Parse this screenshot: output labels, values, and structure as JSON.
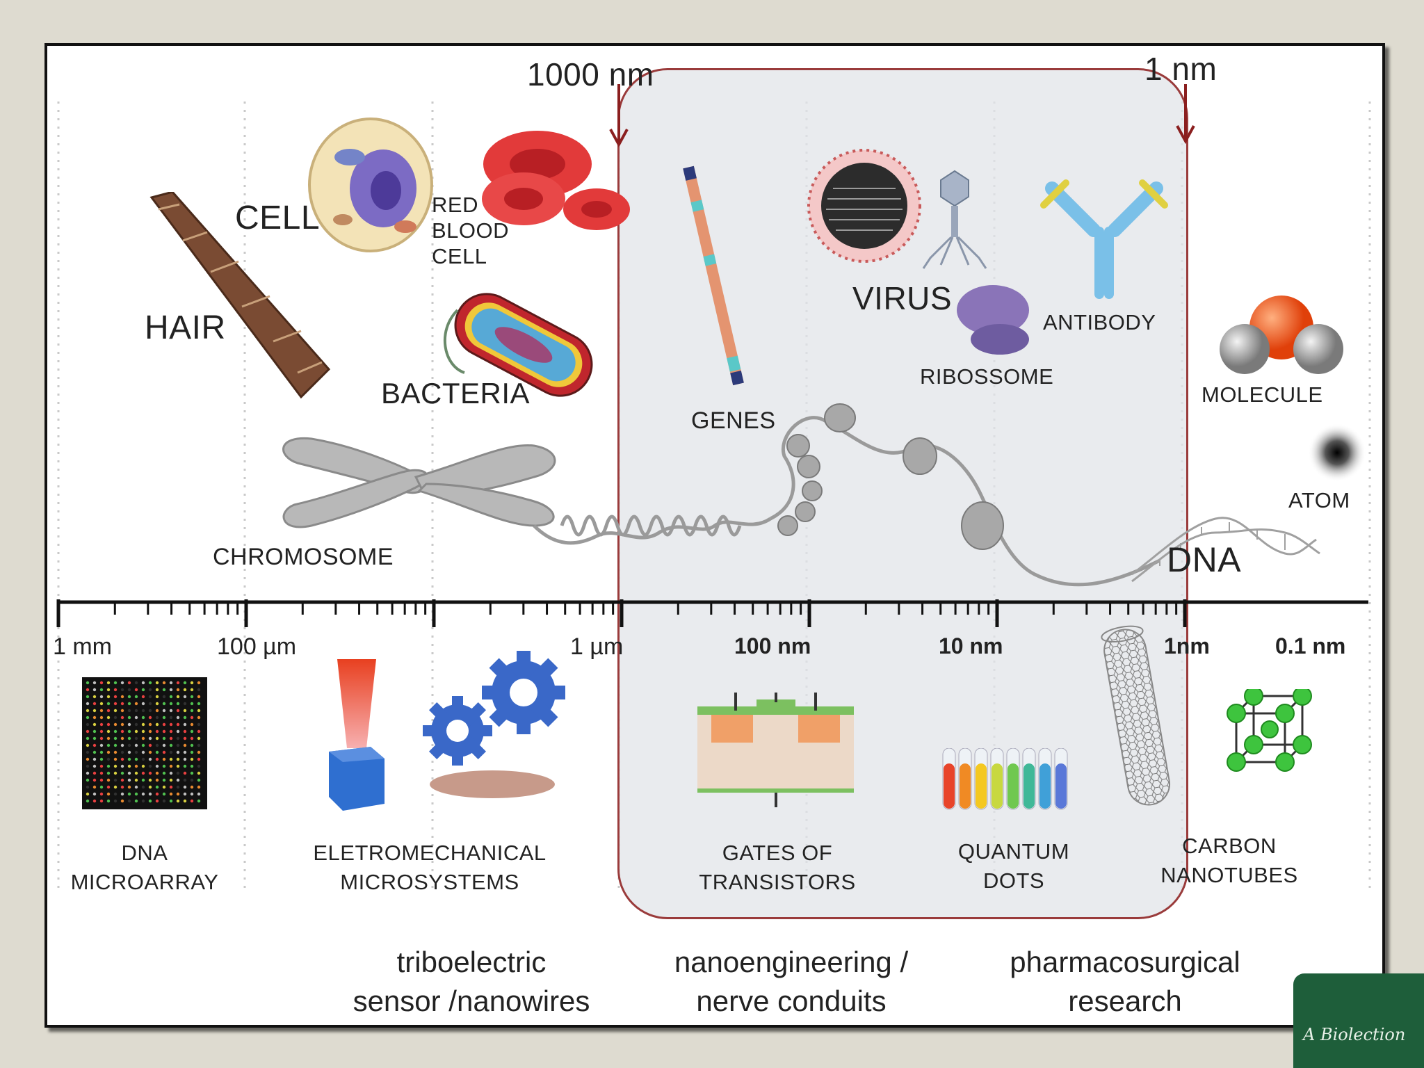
{
  "markers": {
    "left": "1000 nm",
    "right": "1 nm"
  },
  "top_labels": {
    "hair": "HAIR",
    "cell": "CELL",
    "rbc_1": "RED",
    "rbc_2": "BLOOD",
    "rbc_3": "CELL",
    "bacteria": "BACTERIA",
    "genes": "GENES",
    "virus": "VIRUS",
    "ribossome": "RIBOSSOME",
    "antibody": "ANTIBODY",
    "molecule": "MOLECULE",
    "atom": "ATOM",
    "chromosome": "CHROMOSOME",
    "dna": "DNA"
  },
  "scale_labels": [
    "1 mm",
    "100 µm",
    "1 µm",
    "100 nm",
    "10 nm",
    "1nm",
    "0.1 nm"
  ],
  "bottom_labels": {
    "microarray_1": "DNA",
    "microarray_2": "MICROARRAY",
    "mems_1": "ELETROMECHANICAL",
    "mems_2": "MICROSYSTEMS",
    "gates_1": "GATES OF",
    "gates_2": "TRANSISTORS",
    "qdots_1": "QUANTUM",
    "qdots_2": "DOTS",
    "cnt_1": "CARBON",
    "cnt_2": "NANOTUBES"
  },
  "applications": {
    "tribo_1": "triboelectric",
    "tribo_2": "sensor /nanowires",
    "nano_1": "nanoengineering /",
    "nano_2": "nerve conduits",
    "pharma_1": "pharmacosurgical",
    "pharma_2": "research"
  },
  "logo_text": "A Biolection",
  "icons": [
    "hair-icon",
    "cell-icon",
    "red-blood-cell-icon",
    "bacteria-icon",
    "genes-icon",
    "virus-icon",
    "bacteriophage-icon",
    "ribosome-icon",
    "antibody-icon",
    "molecule-icon",
    "atom-icon",
    "chromosome-icon",
    "dna-helix-icon",
    "microarray-icon",
    "laser-block-icon",
    "gears-icon",
    "transistor-gate-icon",
    "quantum-dots-icon",
    "carbon-nanotube-icon",
    "crystal-lattice-icon"
  ],
  "colors": {
    "nano_region_border": "#9a3b3b",
    "nano_region_fill": "#e2e4e8",
    "arrow": "#8b1f1f"
  }
}
